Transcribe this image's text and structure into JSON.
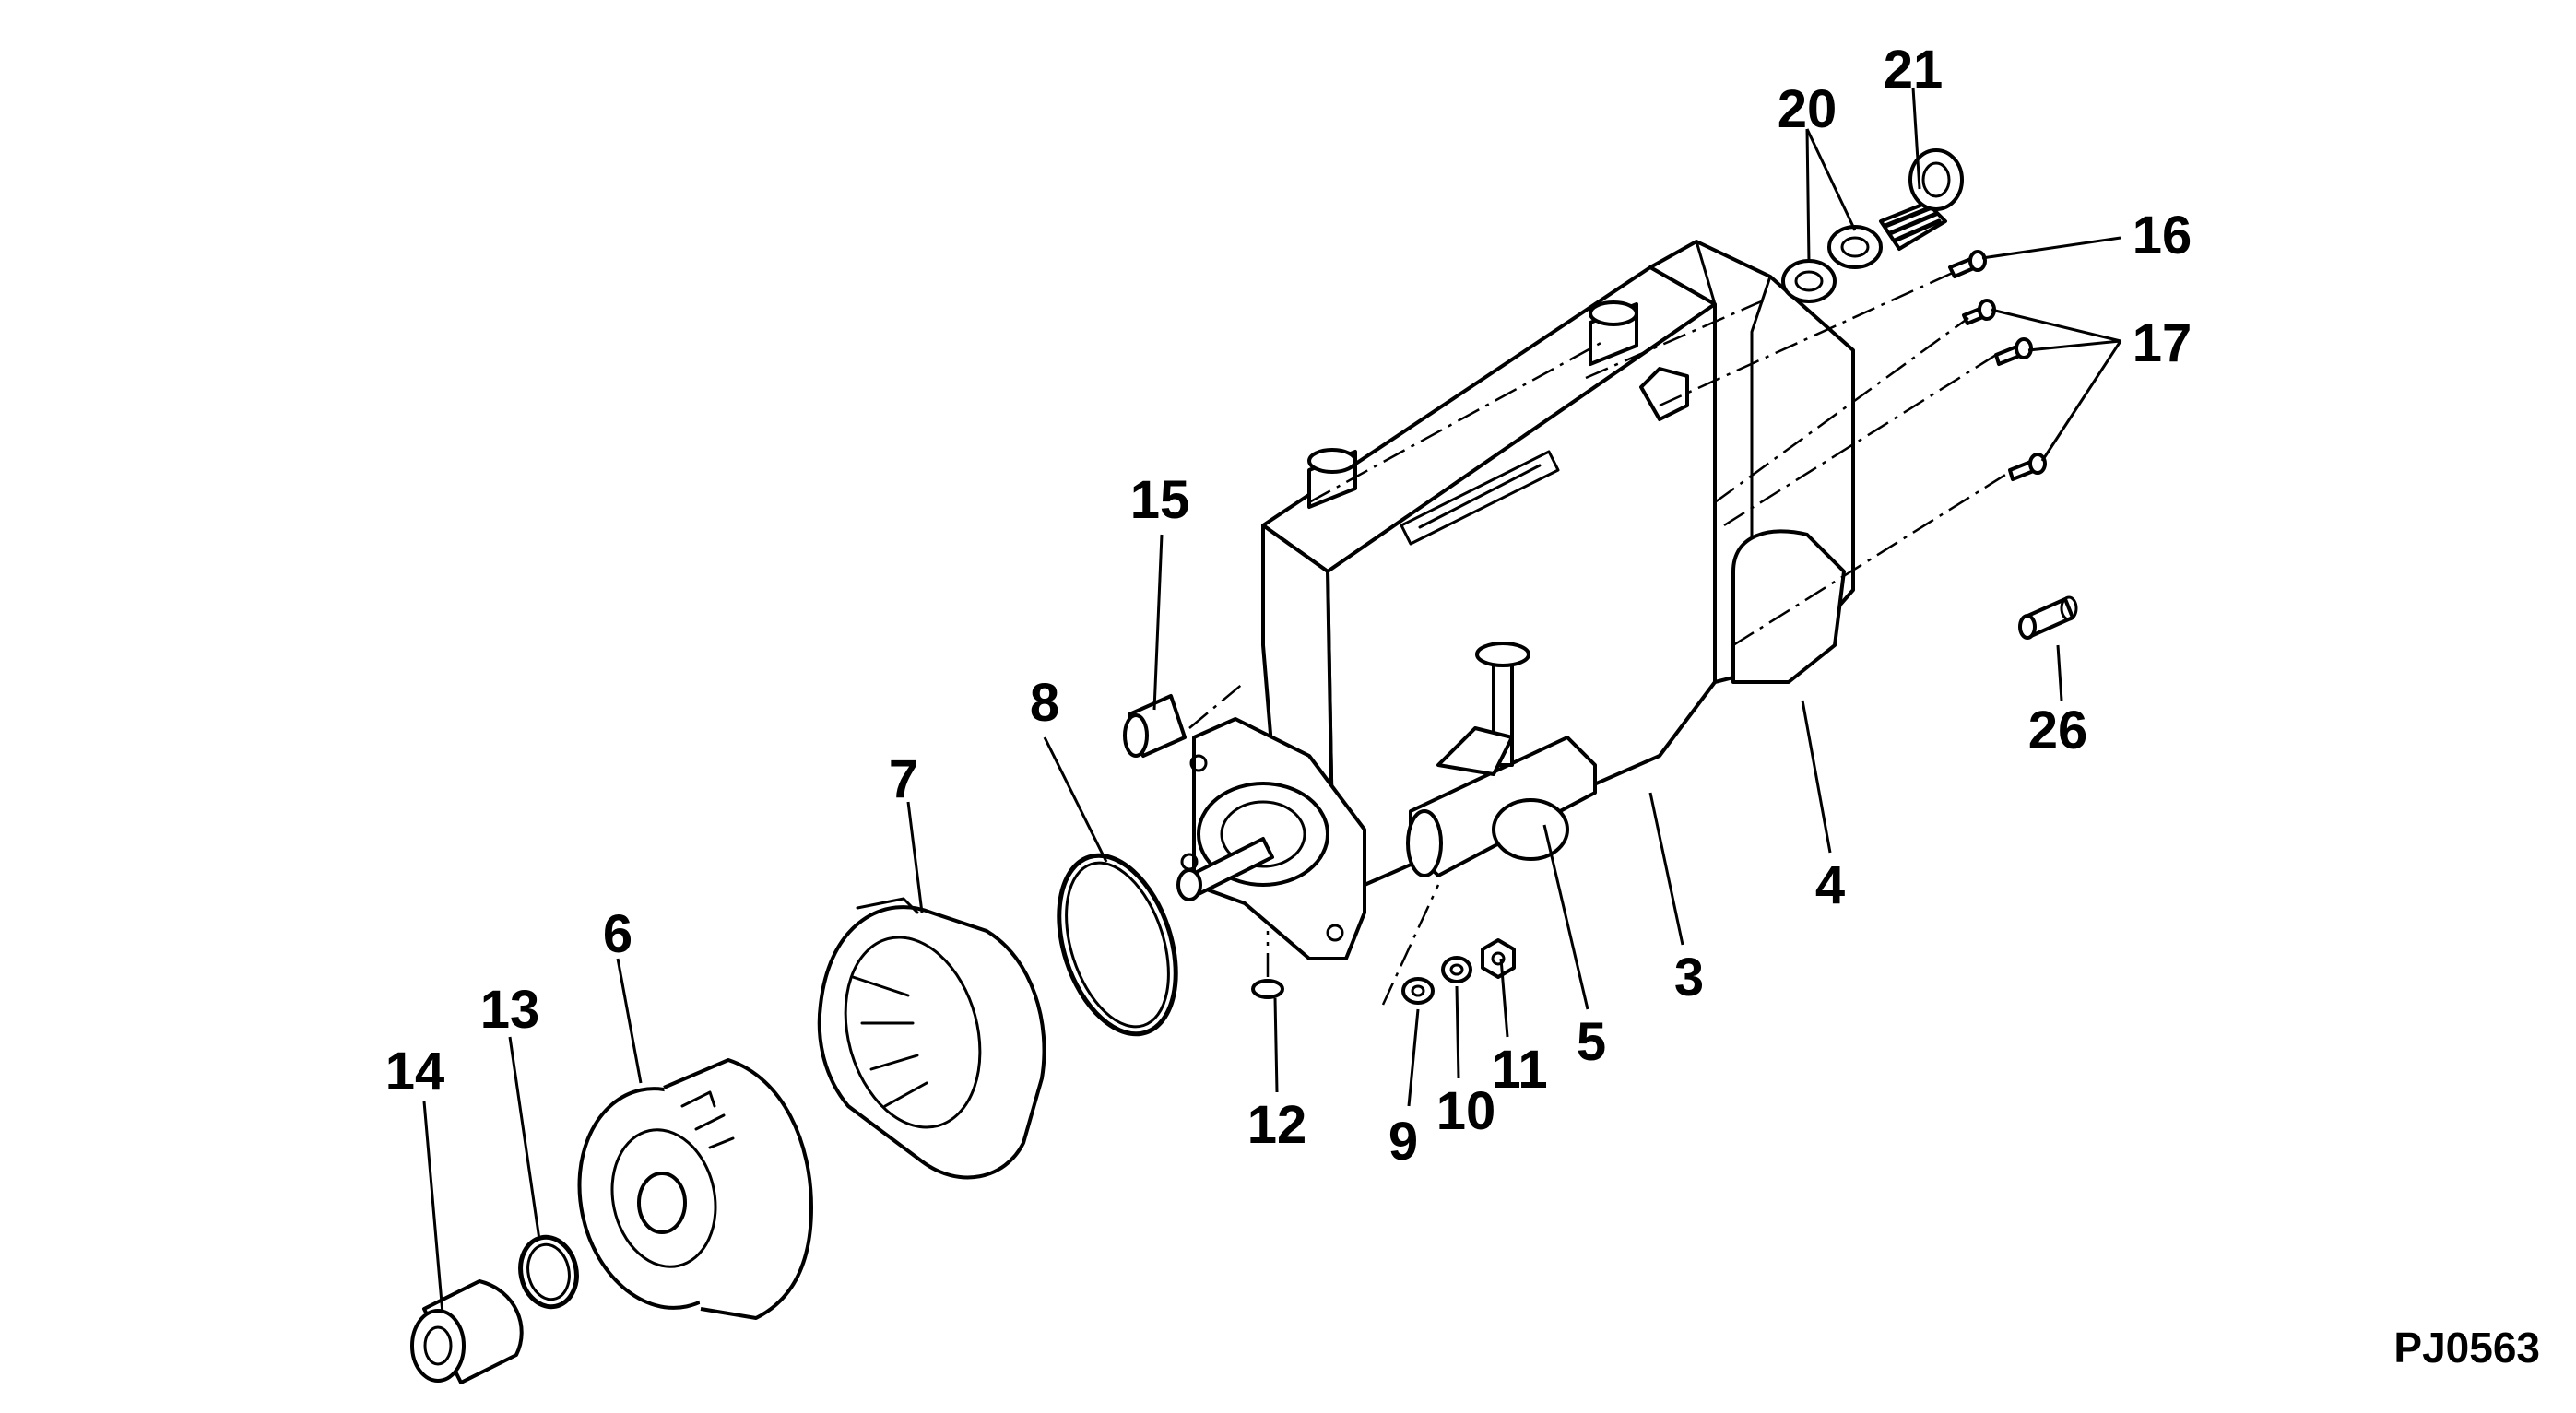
{
  "diagram": {
    "figure_id": "PJ0563",
    "callouts": [
      {
        "key": "c21",
        "label": "21"
      },
      {
        "key": "c20",
        "label": "20"
      },
      {
        "key": "c16",
        "label": "16"
      },
      {
        "key": "c17",
        "label": "17"
      },
      {
        "key": "c15",
        "label": "15"
      },
      {
        "key": "c26",
        "label": "26"
      },
      {
        "key": "c8",
        "label": "8"
      },
      {
        "key": "c7",
        "label": "7"
      },
      {
        "key": "c4",
        "label": "4"
      },
      {
        "key": "c6",
        "label": "6"
      },
      {
        "key": "c3",
        "label": "3"
      },
      {
        "key": "c13",
        "label": "13"
      },
      {
        "key": "c14",
        "label": "14"
      },
      {
        "key": "c5",
        "label": "5"
      },
      {
        "key": "c11",
        "label": "11"
      },
      {
        "key": "c12",
        "label": "12"
      },
      {
        "key": "c10",
        "label": "10"
      },
      {
        "key": "c9",
        "label": "9"
      }
    ]
  }
}
